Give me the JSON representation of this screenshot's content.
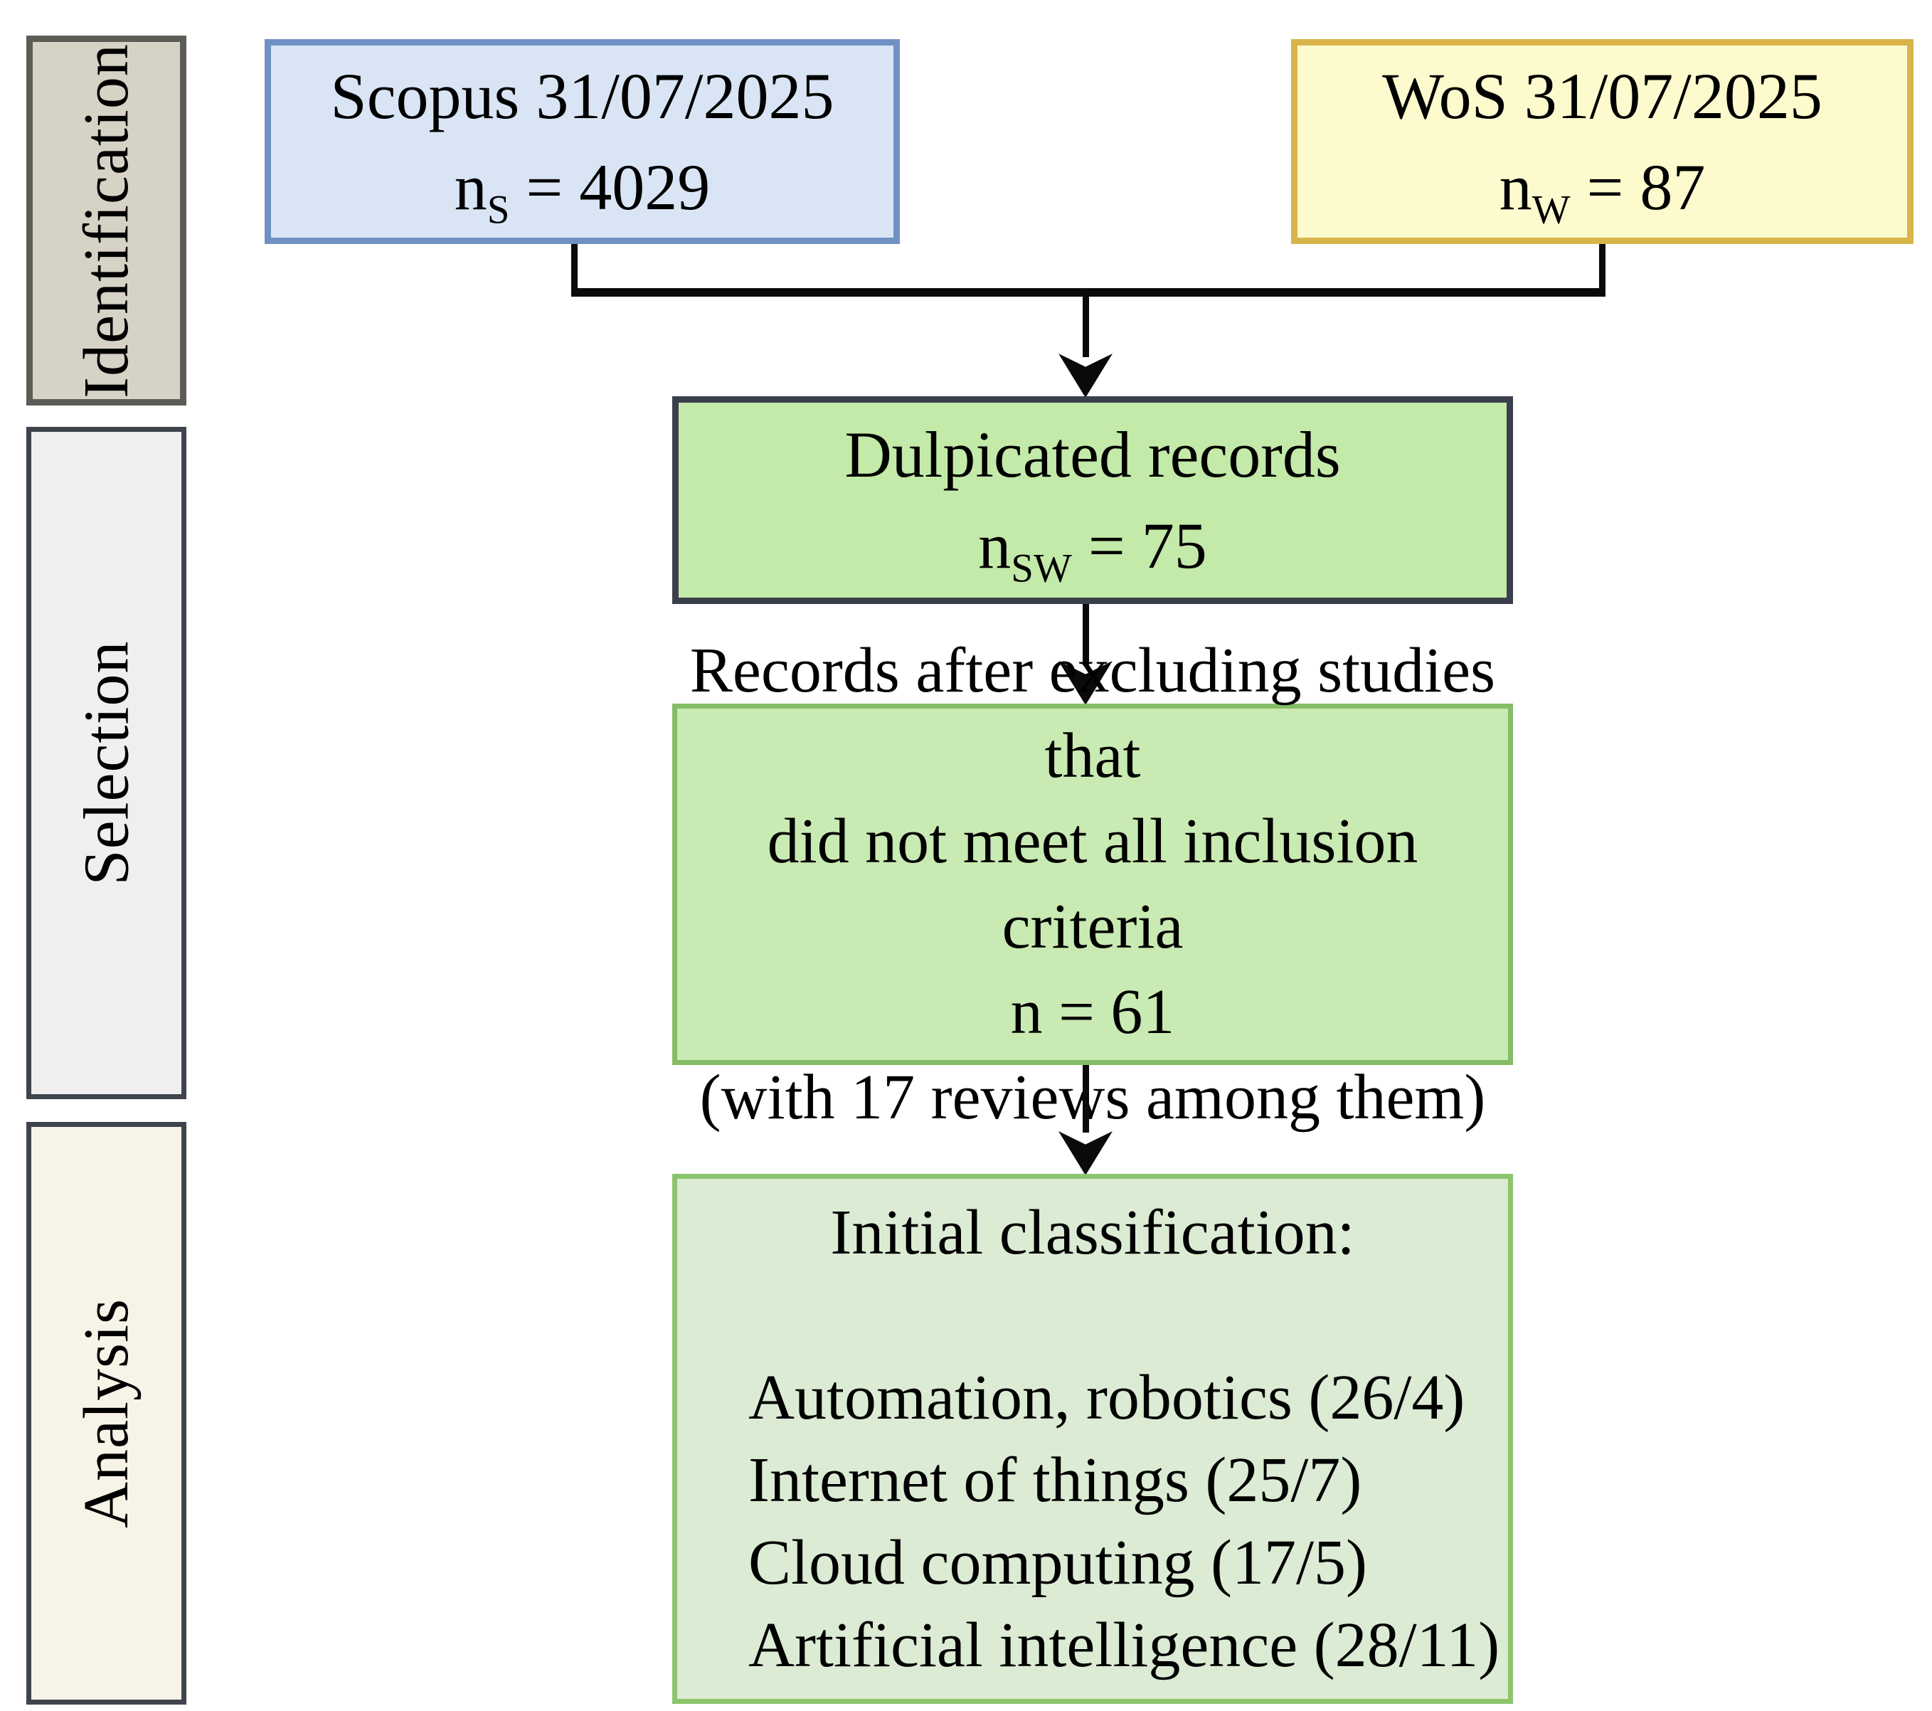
{
  "sidebar": {
    "stages": [
      {
        "label": "Identification"
      },
      {
        "label": "Selection"
      },
      {
        "label": "Analysis"
      }
    ]
  },
  "boxes": {
    "scopus": {
      "line1": "Scopus 31/07/2025",
      "n": "n",
      "sub": "S",
      "value": " = 4029"
    },
    "wos": {
      "line1": "WoS 31/07/2025",
      "n": "n",
      "sub": "W",
      "value": " = 87"
    },
    "duplicates": {
      "line1": "Dulpicated records",
      "n": "n",
      "sub": "SW",
      "value": " = 75"
    },
    "inclusion": {
      "line1": "Records after excluding studies that",
      "line2": "did not meet all inclusion criteria",
      "line3": "n = 61",
      "line4": "(with 17 reviews among them)"
    },
    "classification": {
      "title": "Initial classification:",
      "items": [
        "Automation, robotics (26/4)",
        "Internet of things (25/7)",
        "Cloud computing (17/5)",
        "Artificial intelligence (28/11)"
      ]
    }
  },
  "colors": {
    "scopus-fill": "#d9e5f4",
    "scopus-border": "#7191c4",
    "wos-fill": "#fdfacd",
    "wos-border": "#d9b44a",
    "duplicates-fill": "#c3eaa8",
    "duplicates-border": "#3a3f4b",
    "inclusion-fill": "#c9eab2",
    "inclusion-border": "#85bd66",
    "classification-fill": "#dcebd4",
    "classification-border": "#8cc46d",
    "stage-identification-fill": "#d6d2c6",
    "stage-identification-border": "#5c5b55",
    "stage-selection-fill": "#efefef",
    "stage-analysis-fill": "#f7f3e6",
    "stage-border": "#3f444c",
    "line-color": "#0a0a0a"
  }
}
